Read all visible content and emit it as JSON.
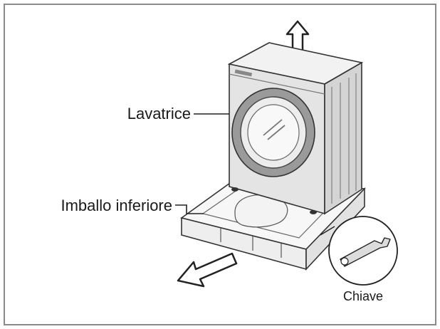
{
  "labels": {
    "washer": "Lavatrice",
    "bottom_packing": "Imballo inferiore",
    "wrench": "Chiave"
  },
  "icons": [
    "up-arrow-icon",
    "down-left-arrow-icon"
  ],
  "colors": {
    "frame": "#8a8a8a",
    "outline": "#333333",
    "washer_body": "#e4e4e4",
    "washer_top": "#f2f2f2",
    "door_ring": "#9a9a9a",
    "pallet": "#f7f7f7"
  }
}
